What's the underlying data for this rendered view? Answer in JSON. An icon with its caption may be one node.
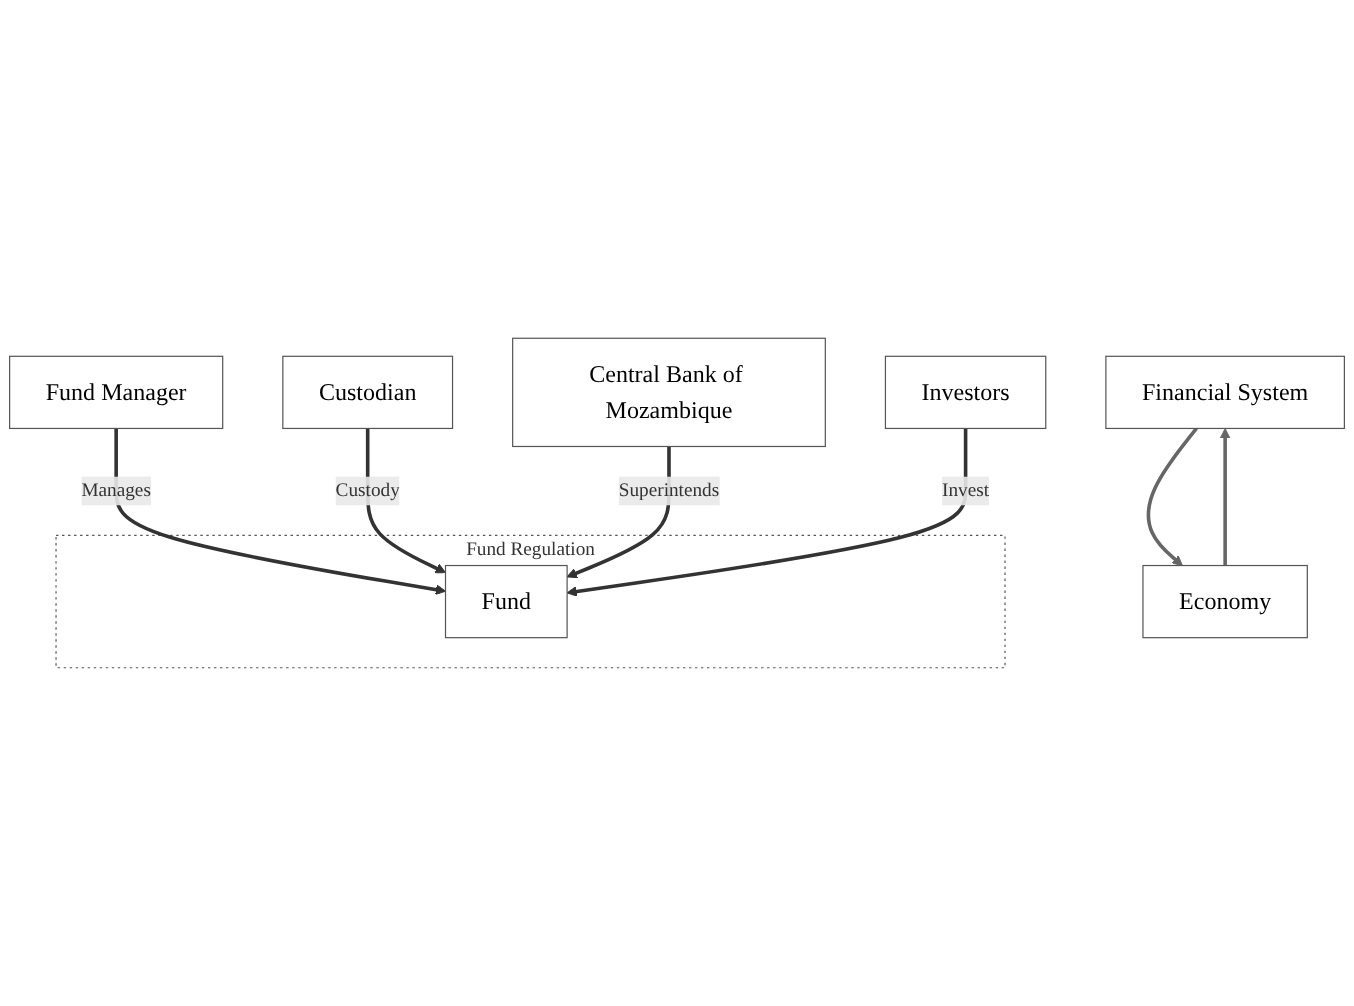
{
  "diagram": {
    "nodes": [
      {
        "text": [
          "Financial System"
        ]
      },
      {
        "text": [
          "Fund Manager"
        ]
      },
      {
        "text": [
          "Custodian"
        ]
      },
      {
        "text": [
          "Fund Regulation"
        ]
      },
      {
        "text": [
          "Fund"
        ],
        "in": 3
      },
      {
        "text": [
          "Central Bank of Mozambique"
        ]
      },
      {
        "text": [
          "Investors"
        ]
      },
      {
        "text": [
          "Economy"
        ]
      }
    ],
    "edges": [
      {
        "from": 1,
        "to": 4,
        "label": "Manages",
        "arrow": "to",
        "color": "#333333"
      },
      {
        "from": 2,
        "to": 4,
        "label": "Custody",
        "arrow": "to",
        "color": "#333333"
      },
      {
        "from": 5,
        "to": 4,
        "label": "Superintends",
        "arrow": "to",
        "color": "#333333"
      },
      {
        "from": 6,
        "to": 4,
        "label": "Invest",
        "arrow": "to",
        "color": "#333333"
      },
      {
        "from": 0,
        "to": 7,
        "arrow": "to"
      },
      {
        "from": 7,
        "to": 0,
        "arrow": "to"
      }
    ]
  }
}
